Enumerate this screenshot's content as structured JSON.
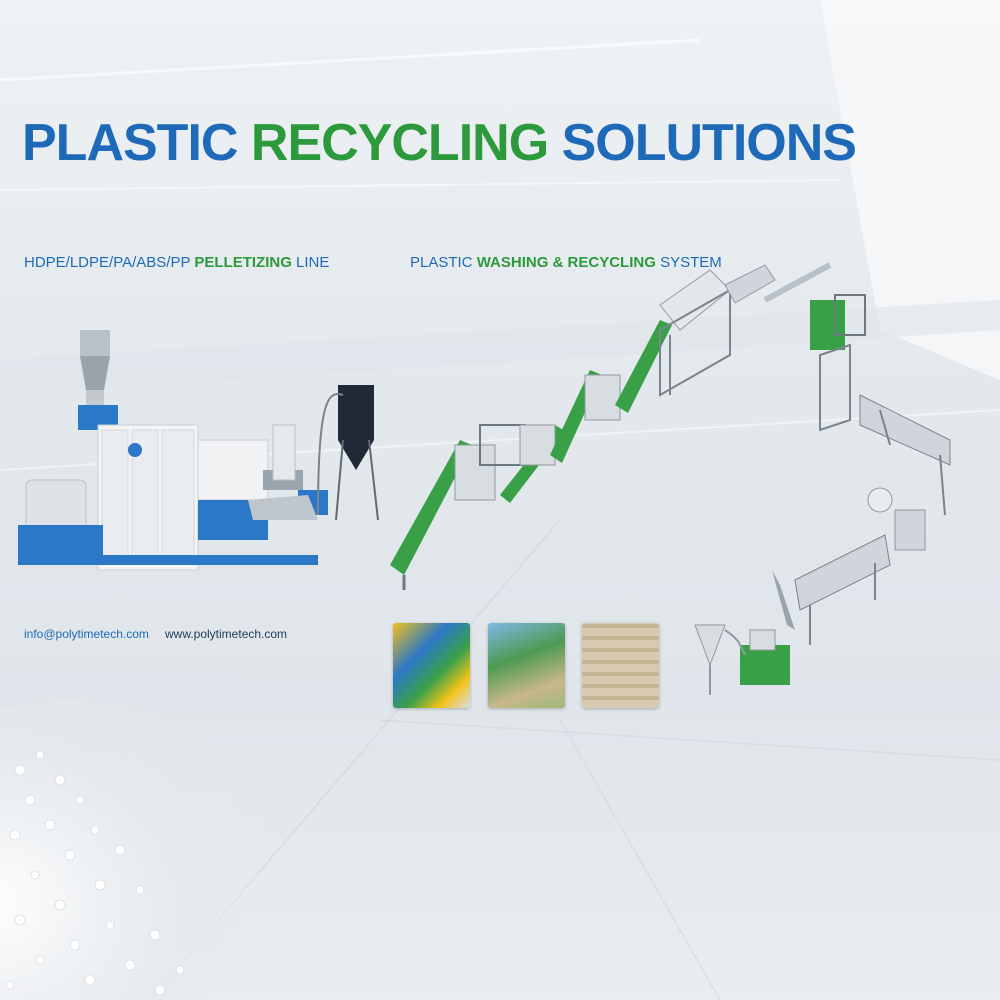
{
  "banner": {
    "title": {
      "word_1": "PLASTIC",
      "word_2": "RECYCLING",
      "word_3": "SOLUTIONS"
    },
    "left_subtitle": {
      "normal": "HDPE/LDPE/PA/ABS/PP",
      "highlight": "PELLETIZING",
      "tail": "LINE"
    },
    "right_subtitle": {
      "normal": "PLASTIC",
      "highlight": "WASHING & RECYCLING",
      "tail": "SYSTEM"
    },
    "contact": {
      "email": "info@polytimetech.com",
      "website": "www.polytimetech.com"
    },
    "material_photos": [
      {
        "icon": "colored-bottle-caps-photo"
      },
      {
        "icon": "bottle-waste-pile-photo"
      },
      {
        "icon": "baled-plastic-photo"
      }
    ]
  },
  "colors": {
    "brand_blue": "#1e6ab8",
    "brand_green": "#2c9a3c",
    "text_dark": "#1d3c5a",
    "machine_blue": "#2b78c8",
    "machine_green": "#3aa048"
  }
}
